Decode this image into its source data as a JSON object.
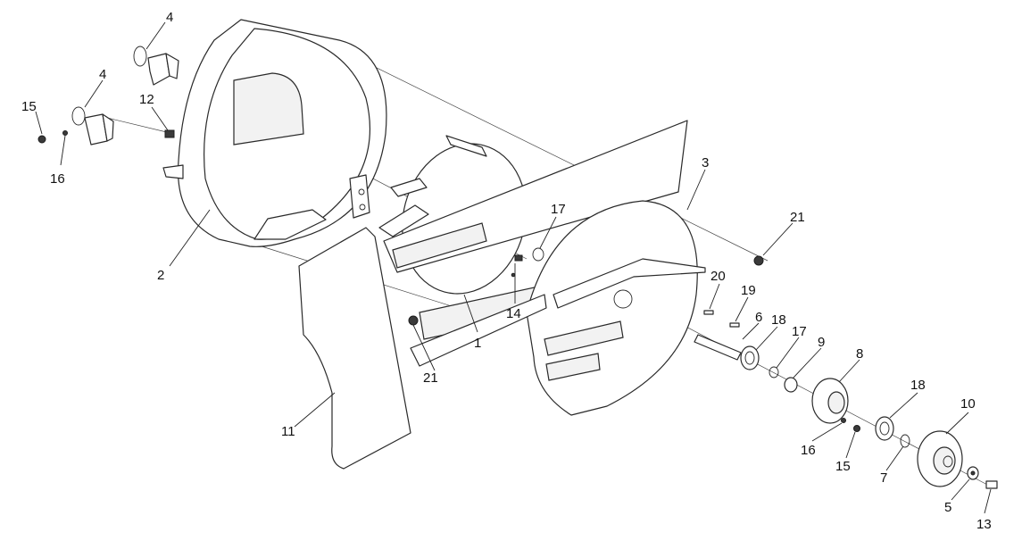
{
  "diagram": {
    "type": "exploded-parts-view",
    "callouts": [
      {
        "id": "c-1",
        "label": "1"
      },
      {
        "id": "c-2",
        "label": "2"
      },
      {
        "id": "c-3",
        "label": "3"
      },
      {
        "id": "c-4a",
        "label": "4"
      },
      {
        "id": "c-4b",
        "label": "4"
      },
      {
        "id": "c-5",
        "label": "5"
      },
      {
        "id": "c-6",
        "label": "6"
      },
      {
        "id": "c-7",
        "label": "7"
      },
      {
        "id": "c-8",
        "label": "8"
      },
      {
        "id": "c-9",
        "label": "9"
      },
      {
        "id": "c-10",
        "label": "10"
      },
      {
        "id": "c-11",
        "label": "11"
      },
      {
        "id": "c-12",
        "label": "12"
      },
      {
        "id": "c-13",
        "label": "13"
      },
      {
        "id": "c-14",
        "label": "14"
      },
      {
        "id": "c-15a",
        "label": "15"
      },
      {
        "id": "c-15b",
        "label": "15"
      },
      {
        "id": "c-16a",
        "label": "16"
      },
      {
        "id": "c-16b",
        "label": "16"
      },
      {
        "id": "c-17a",
        "label": "17"
      },
      {
        "id": "c-17b",
        "label": "17"
      },
      {
        "id": "c-18a",
        "label": "18"
      },
      {
        "id": "c-18b",
        "label": "18"
      },
      {
        "id": "c-19",
        "label": "19"
      },
      {
        "id": "c-20",
        "label": "20"
      },
      {
        "id": "c-21a",
        "label": "21"
      },
      {
        "id": "c-21b",
        "label": "21"
      }
    ]
  }
}
